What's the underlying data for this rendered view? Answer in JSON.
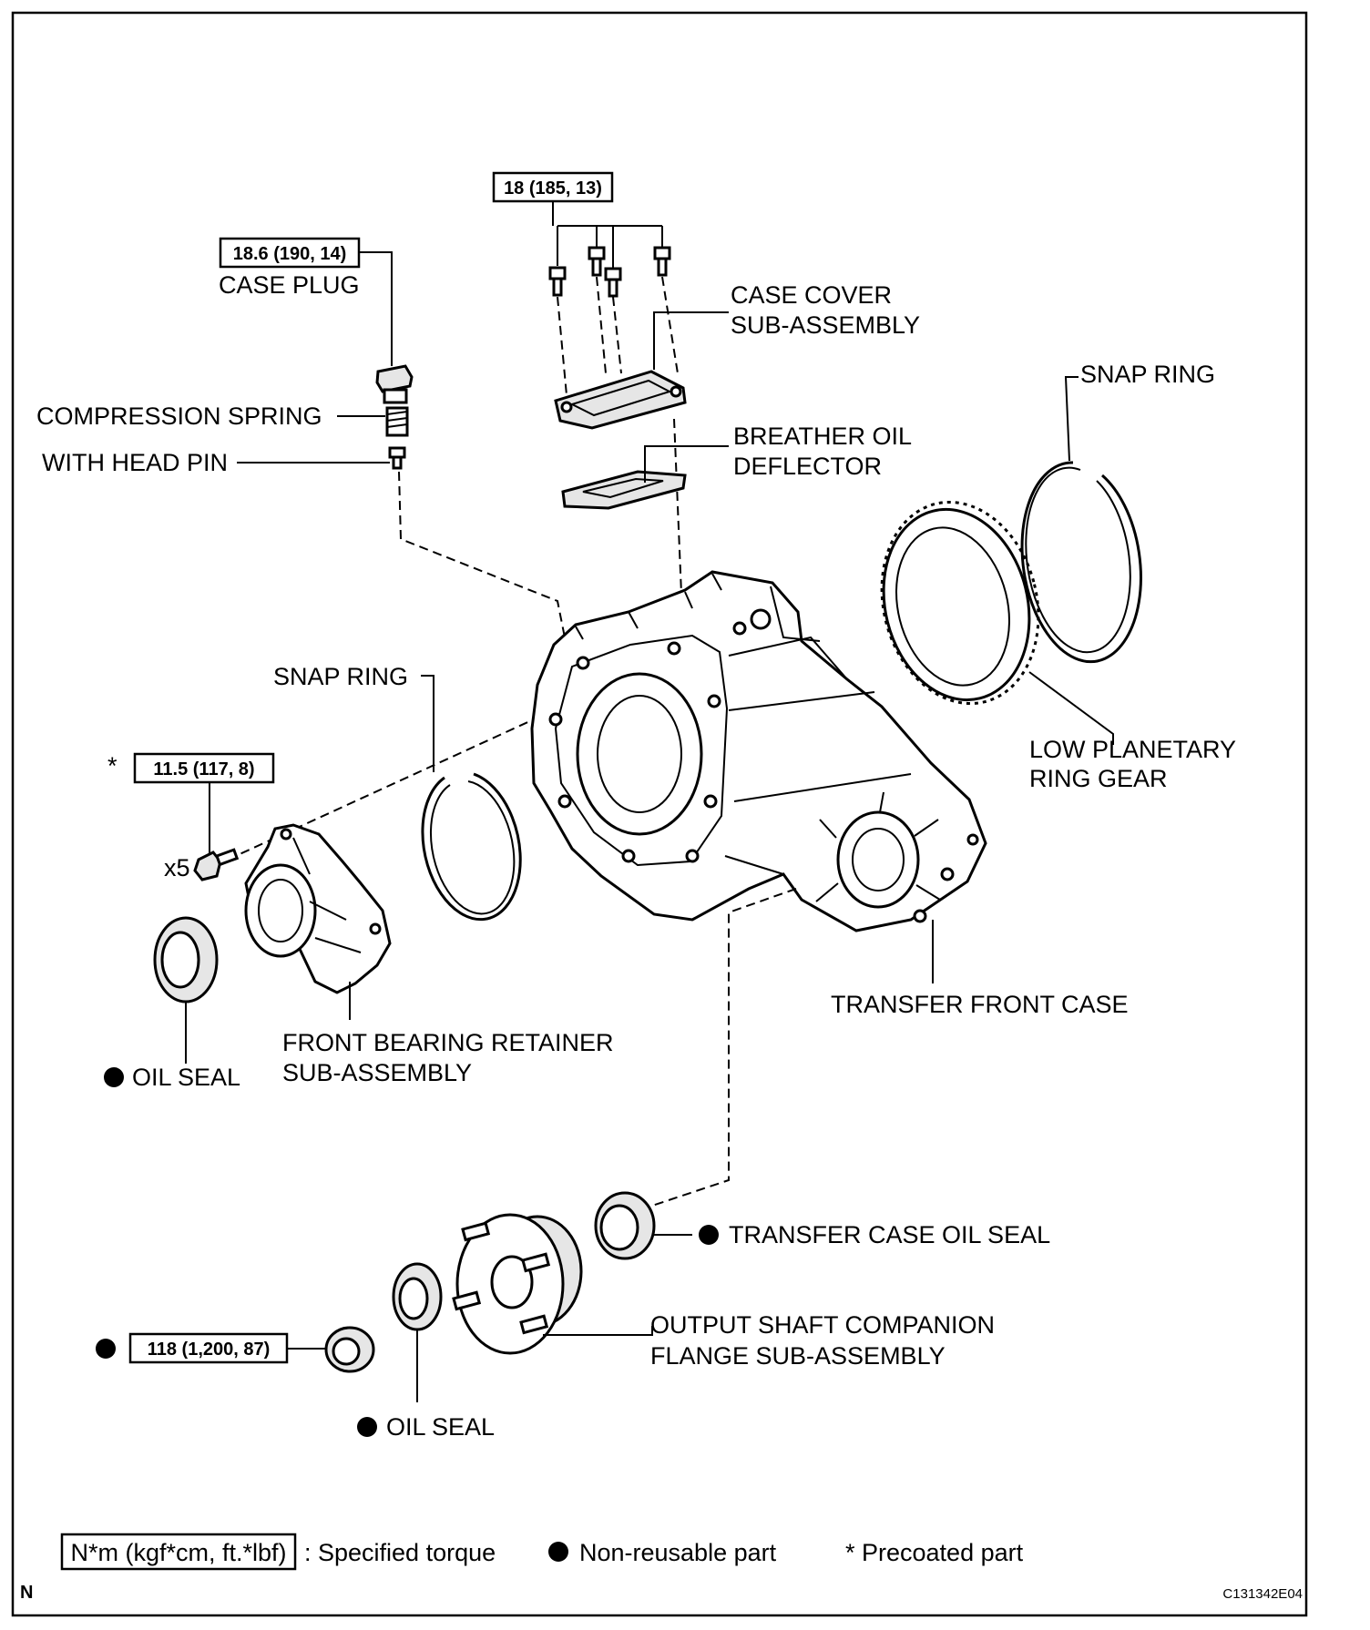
{
  "labels": {
    "case_plug": "CASE PLUG",
    "compression_spring": "COMPRESSION SPRING",
    "with_head_pin": "WITH HEAD PIN",
    "case_cover_1": "CASE COVER",
    "case_cover_2": "SUB-ASSEMBLY",
    "snap_ring_right": "SNAP RING",
    "breather_1": "BREATHER OIL",
    "breather_2": "DEFLECTOR",
    "snap_ring_left": "SNAP RING",
    "low_ring_1": "LOW PLANETARY",
    "low_ring_2": "RING GEAR",
    "x5": "x5",
    "precoat_star": "*",
    "transfer_front_case": "TRANSFER FRONT CASE",
    "front_retainer_1": "FRONT BEARING RETAINER",
    "front_retainer_2": "SUB-ASSEMBLY",
    "oil_seal_1": "OIL SEAL",
    "transfer_case_oil_seal": "TRANSFER CASE OIL SEAL",
    "flange_1": "OUTPUT SHAFT COMPANION",
    "flange_2": "FLANGE SUB-ASSEMBLY",
    "oil_seal_2": "OIL SEAL"
  },
  "torques": {
    "case_cover_bolts": "18 (185, 13)",
    "case_plug": "18.6 (190, 14)",
    "retainer_bolts": "11.5 (117, 8)",
    "nut": "118 (1,200, 87)"
  },
  "legend": {
    "torque_unit": "N*m (kgf*cm, ft.*lbf)",
    "torque_desc": ": Specified torque",
    "nonreusable": "Non-reusable part",
    "precoated": "* Precoated part"
  },
  "corner": {
    "north": "N",
    "code": "C131342E04"
  }
}
